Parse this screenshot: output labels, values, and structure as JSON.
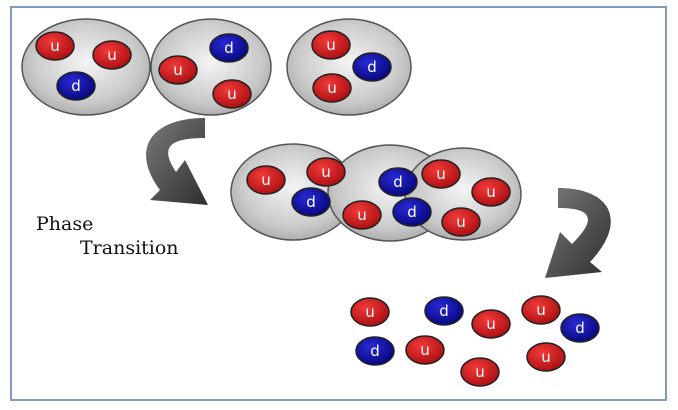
{
  "caption": {
    "line1": "Phase",
    "line2": "Transition"
  },
  "quark_labels": {
    "up": "u",
    "down": "d"
  },
  "colors": {
    "up_quark": "#d0161a",
    "down_quark": "#0a0aa8",
    "hadron_fill": "#c8c8c8",
    "arrow": "#4a4a4a",
    "frame": "#6f8fb5"
  },
  "stages": [
    {
      "name": "hadrons",
      "groups": [
        [
          "u",
          "u",
          "d"
        ],
        [
          "d",
          "u",
          "u"
        ],
        [
          "u",
          "d",
          "u"
        ]
      ]
    },
    {
      "name": "overlapping-hadrons",
      "groups": [
        [
          "u",
          "u",
          "d",
          "d",
          "u",
          "u",
          "u",
          "d",
          "u"
        ]
      ]
    },
    {
      "name": "free-quarks",
      "groups": [
        [
          "u",
          "d",
          "u",
          "u",
          "d",
          "d",
          "u",
          "u",
          "u"
        ]
      ]
    }
  ]
}
